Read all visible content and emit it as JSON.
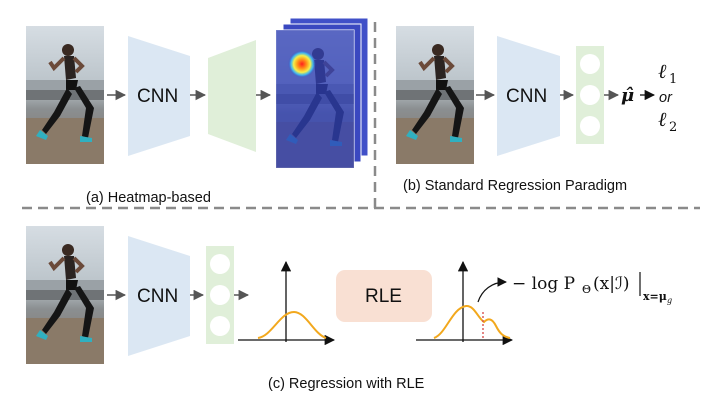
{
  "panel_a": {
    "cnn_label": "CNN",
    "caption": "(a) Heatmap-based"
  },
  "panel_b": {
    "cnn_label": "CNN",
    "mu_hat": "μ̂",
    "loss_l1": "ℓ",
    "loss_l1_sub": "1",
    "or_text": "or",
    "loss_l2": "ℓ",
    "loss_l2_sub": "2",
    "caption": "(b) Standard Regression Paradigm"
  },
  "panel_c": {
    "cnn_label": "CNN",
    "rle_label": "RLE",
    "formula_main": "− log P",
    "formula_theta": "Θ",
    "formula_args": "(x|ℐ)",
    "formula_sub": "x=μ",
    "formula_subsub": "g",
    "caption": "(c) Regression with RLE"
  },
  "colors": {
    "cnn_blue": "#dbe7f3",
    "green_box": "#e0efd9",
    "rle_box": "#f9e0d3",
    "curve_orange": "#f2a81d",
    "dash_gray": "#8a8a8a",
    "arrow_gray": "#555555",
    "heatmap_blue": "#2f3fb8",
    "dotted_red": "#d9534f"
  }
}
